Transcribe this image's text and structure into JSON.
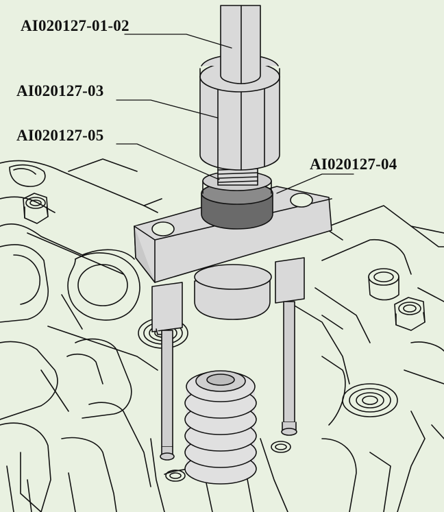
{
  "callouts": {
    "tool_01_02": "AI020127-01-02",
    "tool_03": "AI020127-03",
    "tool_05": "AI020127-05",
    "tool_04": "AI020127-04"
  },
  "colors": {
    "background": "#e9f1e1",
    "tool_fill": "#d9d9d9",
    "line": "#111111"
  }
}
